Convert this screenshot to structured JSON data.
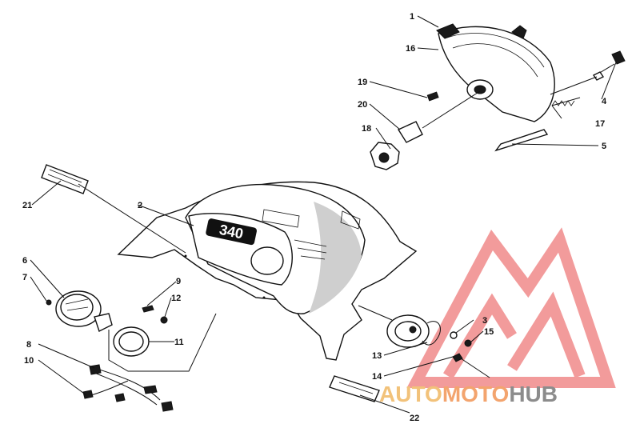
{
  "diagram": {
    "callouts": {
      "c1": "1",
      "c2": "2",
      "c3": "3",
      "c4": "4",
      "c5": "5",
      "c6": "6",
      "c7": "7",
      "c8": "8",
      "c9": "9",
      "c10": "10",
      "c11": "11",
      "c12": "12",
      "c13": "13",
      "c14": "14",
      "c15": "15",
      "c16": "16",
      "c17": "17",
      "c18": "18",
      "c19": "19",
      "c20": "20",
      "c21": "21",
      "c22": "22"
    },
    "hood_badge": "340"
  },
  "watermark": {
    "part1": "AUTO",
    "part2": "MOTO",
    "part3": "HUB",
    "colors": {
      "logo_red": "#f08a8a",
      "auto": "#f2c27a",
      "moto": "#f3a46e",
      "hub": "#8c8c8c"
    }
  }
}
